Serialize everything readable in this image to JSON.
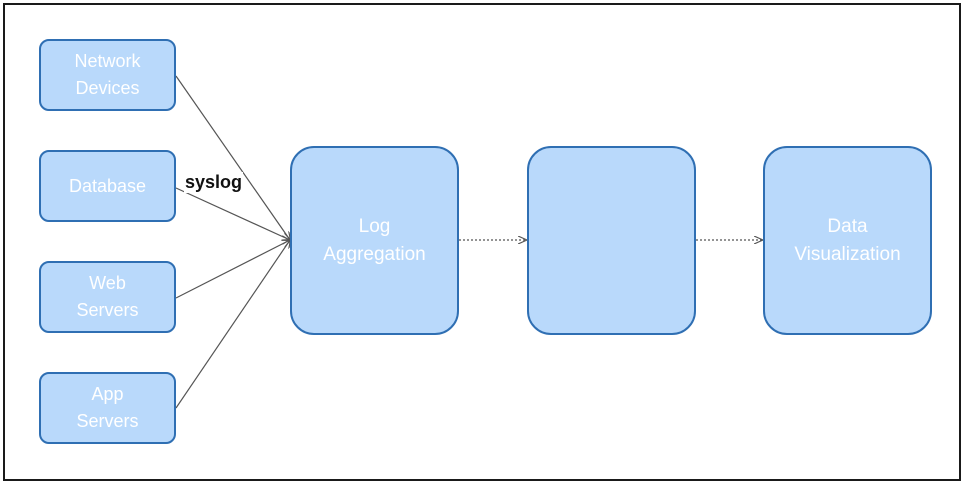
{
  "diagram": {
    "nodes": {
      "network_devices": "Network\nDevices",
      "database": "Database",
      "web_servers": "Web\nServers",
      "app_servers": "App\nServers",
      "log_aggregation": "Log\nAggregation",
      "middle": "",
      "data_visualization": "Data\nVisualization"
    },
    "edge_label": "syslog"
  }
}
